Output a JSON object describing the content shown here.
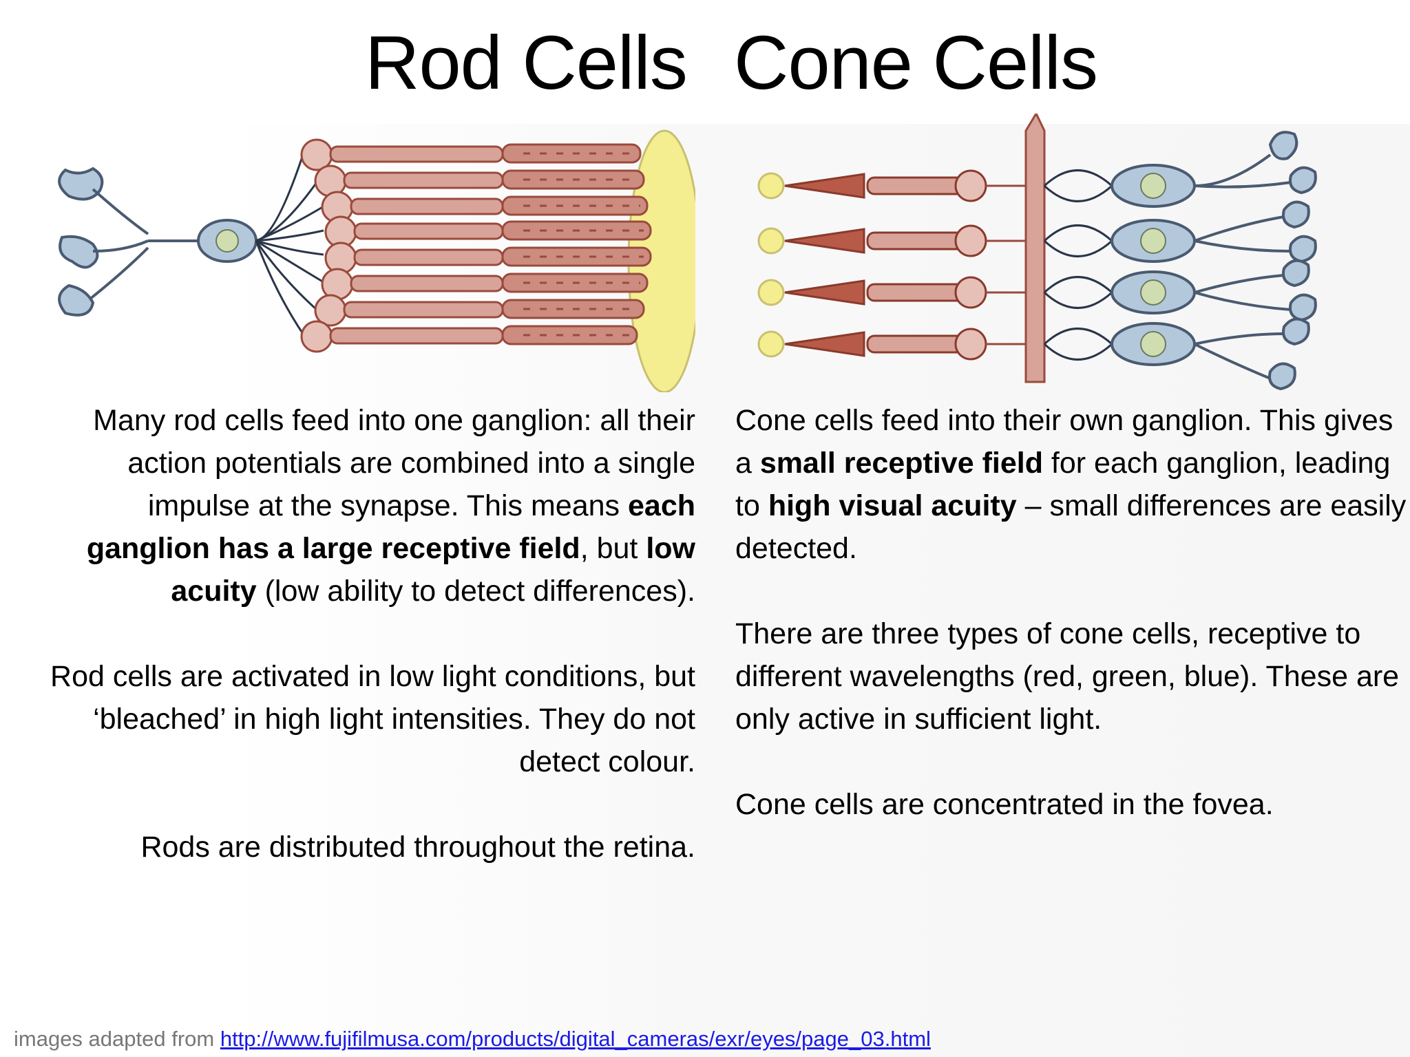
{
  "titles": {
    "rod": "Rod Cells",
    "cone": "Cone Cells"
  },
  "rod_text": {
    "p1": {
      "a": "Many rod cells feed into one ganglion: all their action potentials are combined into a single impulse at the synapse. This means ",
      "b1": "each ganglion has a large receptive field",
      "c": ", but ",
      "b2": "low acuity",
      "d": " (low ability to detect differences)."
    },
    "p2": "Rod cells are activated in low light conditions, but ‘bleached’ in high light intensities. They do not detect colour.",
    "p3": "Rods are distributed throughout the retina."
  },
  "cone_text": {
    "p1": {
      "a": "Cone cells feed into their own ganglion. This gives a ",
      "b1": "small receptive field",
      "c": " for each ganglion, leading to ",
      "b2": "high visual acuity",
      "d": " – small differences are easily detected."
    },
    "p2": "There are three types of cone cells, receptive to different wavelengths (red, green, blue). These are only active in sufficient light.",
    "p3": "Cone cells are concentrated in the fovea."
  },
  "footer": {
    "prefix": "images adapted from ",
    "link": "http://www.fujifilmusa.com/products/digital_cameras/exr/eyes/page_03.html"
  },
  "colors": {
    "neuron_blue": "#b4c8dc",
    "neuron_outline": "#4a5a70",
    "rod_pink": "#d8a49a",
    "rod_dark": "#9a4a3c",
    "pigment_yellow": "#f4ee90",
    "link_blue": "#1a1ae6"
  }
}
